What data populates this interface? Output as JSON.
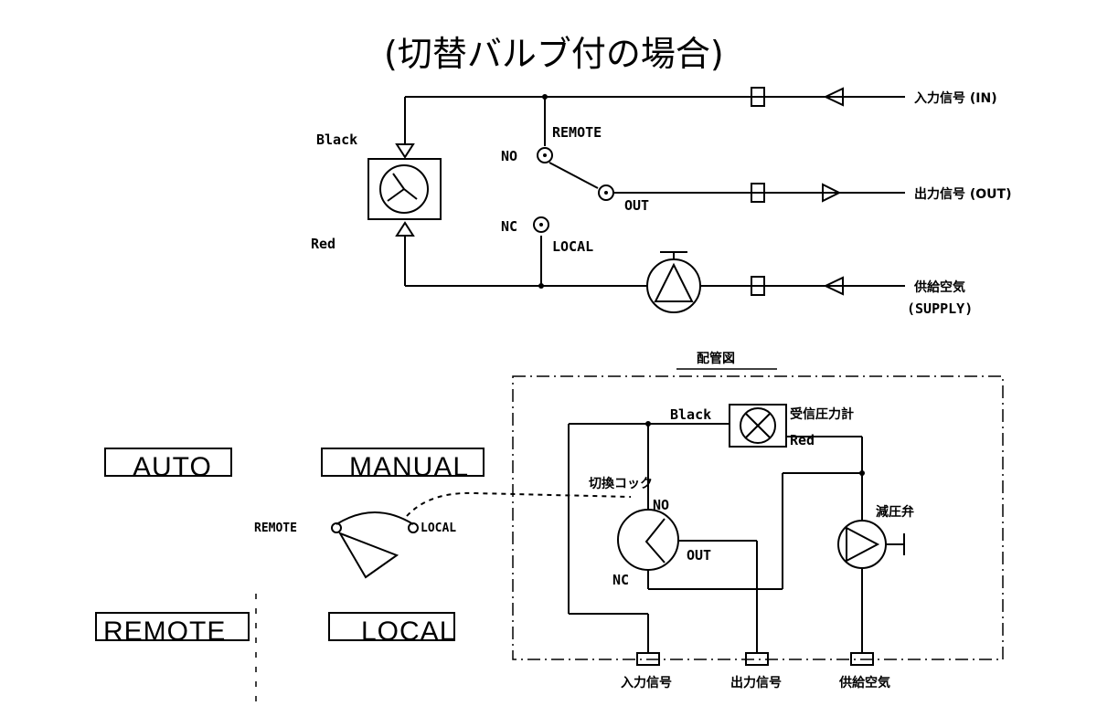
{
  "title": "(切替バルブ付の場合)",
  "schematic": {
    "black_label": "Black",
    "red_label": "Red",
    "remote_label": "REMOTE",
    "local_label": "LOCAL",
    "no_label": "NO",
    "nc_label": "NC",
    "out_label": "OUT",
    "input_signal_label": "入力信号 (IN)",
    "output_signal_label": "出力信号 (OUT)",
    "supply_label_jp": "供給空気",
    "supply_label_en": "(SUPPLY)"
  },
  "piping": {
    "title": "配管図",
    "black_label": "Black",
    "red_label": "Red",
    "gauge_label": "受信圧力計",
    "cock_label": "切換コック",
    "no_label": "NO",
    "nc_label": "NC",
    "out_label": "OUT",
    "reducer_label": "減圧弁",
    "port_input": "入力信号",
    "port_output": "出力信号",
    "port_supply": "供給空気"
  },
  "switch_panel": {
    "auto_label": "AUTO",
    "manual_label": "MANUAL",
    "remote_label": "REMOTE",
    "local_label": "LOCAL",
    "knob_remote_label": "REMOTE",
    "knob_local_label": "LOCAL"
  }
}
